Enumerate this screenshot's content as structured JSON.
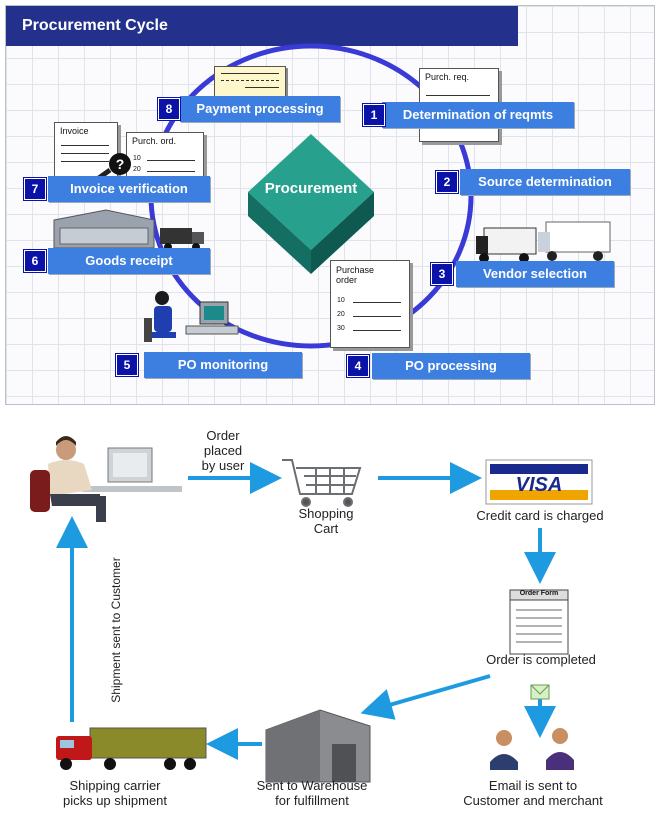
{
  "procurement": {
    "title": "Procurement Cycle",
    "center_label": "Procurement",
    "steps": [
      {
        "num": "1",
        "label": "Determination of reqmts"
      },
      {
        "num": "2",
        "label": "Source determination"
      },
      {
        "num": "3",
        "label": "Vendor selection"
      },
      {
        "num": "4",
        "label": "PO processing"
      },
      {
        "num": "5",
        "label": "PO monitoring"
      },
      {
        "num": "6",
        "label": "Goods receipt"
      },
      {
        "num": "7",
        "label": "Invoice verification"
      },
      {
        "num": "8",
        "label": "Payment processing"
      }
    ],
    "docs": {
      "purch_req": "Purch. req.",
      "invoice": "Invoice",
      "purch_ord": "Purch. ord.",
      "purch_ord_lines": [
        "10",
        "20"
      ],
      "purchase_order": [
        "Purchase",
        "order"
      ],
      "purchase_order_lines": [
        "10",
        "20",
        "30"
      ]
    }
  },
  "order_flow": {
    "order_placed": [
      "Order",
      "placed",
      "by user"
    ],
    "shopping_cart": [
      "Shopping",
      "Cart"
    ],
    "visa": "VISA",
    "credit_card": "Credit card is charged",
    "order_form": "Order Form",
    "order_completed": "Order is completed",
    "email": [
      "Email is sent to",
      "Customer and merchant"
    ],
    "warehouse": [
      "Sent to Warehouse",
      "for fulfillment"
    ],
    "shipping": [
      "Shipping carrier",
      "picks up shipment"
    ],
    "shipment_sent": "Shipment sent to Customer"
  },
  "colors": {
    "title_bar": "#23318c",
    "step_box": "#3d7fe0",
    "step_number": "#0b12a8",
    "cycle_ring": "#3a3ad6",
    "diamond": "#1e8c7c",
    "flow_arrow": "#1e9be0"
  }
}
